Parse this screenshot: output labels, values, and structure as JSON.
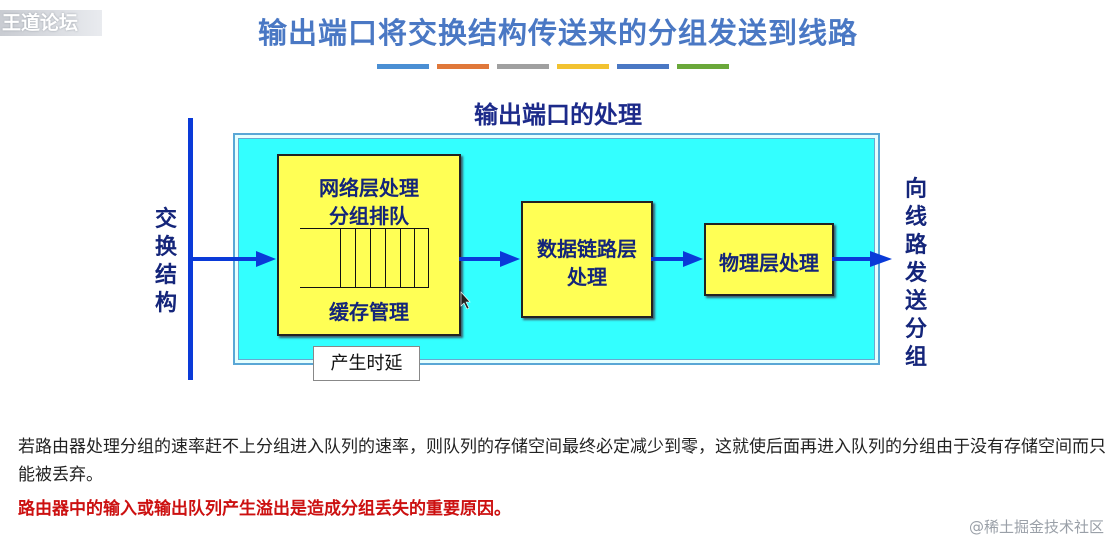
{
  "watermark_top_left": "王道论坛",
  "title": "输出端口将交换结构传送来的分组发送到线路",
  "title_bar_colors": [
    "#4a8fd4",
    "#e0783a",
    "#a0a0a0",
    "#f2c230",
    "#4a78c4",
    "#6aa83a"
  ],
  "diagram": {
    "subtitle": "输出端口的处理",
    "left_label": [
      "交",
      "换",
      "结",
      "构"
    ],
    "network_box": {
      "line1": "网络层处理",
      "line2": "分组排队",
      "line3": "缓存管理"
    },
    "datalink_box": {
      "line1": "数据链路层",
      "line2": "处理"
    },
    "physical_box": {
      "line1": "物理层处理"
    },
    "delay_label": "产生时延",
    "right_label": [
      "向",
      "线",
      "路",
      "发",
      "送",
      "分",
      "组"
    ]
  },
  "paragraph": "若路由器处理分组的速率赶不上分组进入队列的速率，则队列的存储空间最终必定减少到零，这就使后面再进入队列的分组由于没有存储空间而只能被丢弃。",
  "highlight": "路由器中的输入或输出队列产生溢出是造成分组丢失的重要原因。",
  "watermark_bottom_right": "@稀土掘金技术社区",
  "colors": {
    "arrow": "#0a3ad8",
    "port_bg": "#33ffff",
    "box_bg": "#ffff55",
    "title": "#4a78c4",
    "highlight": "#cc1010"
  }
}
